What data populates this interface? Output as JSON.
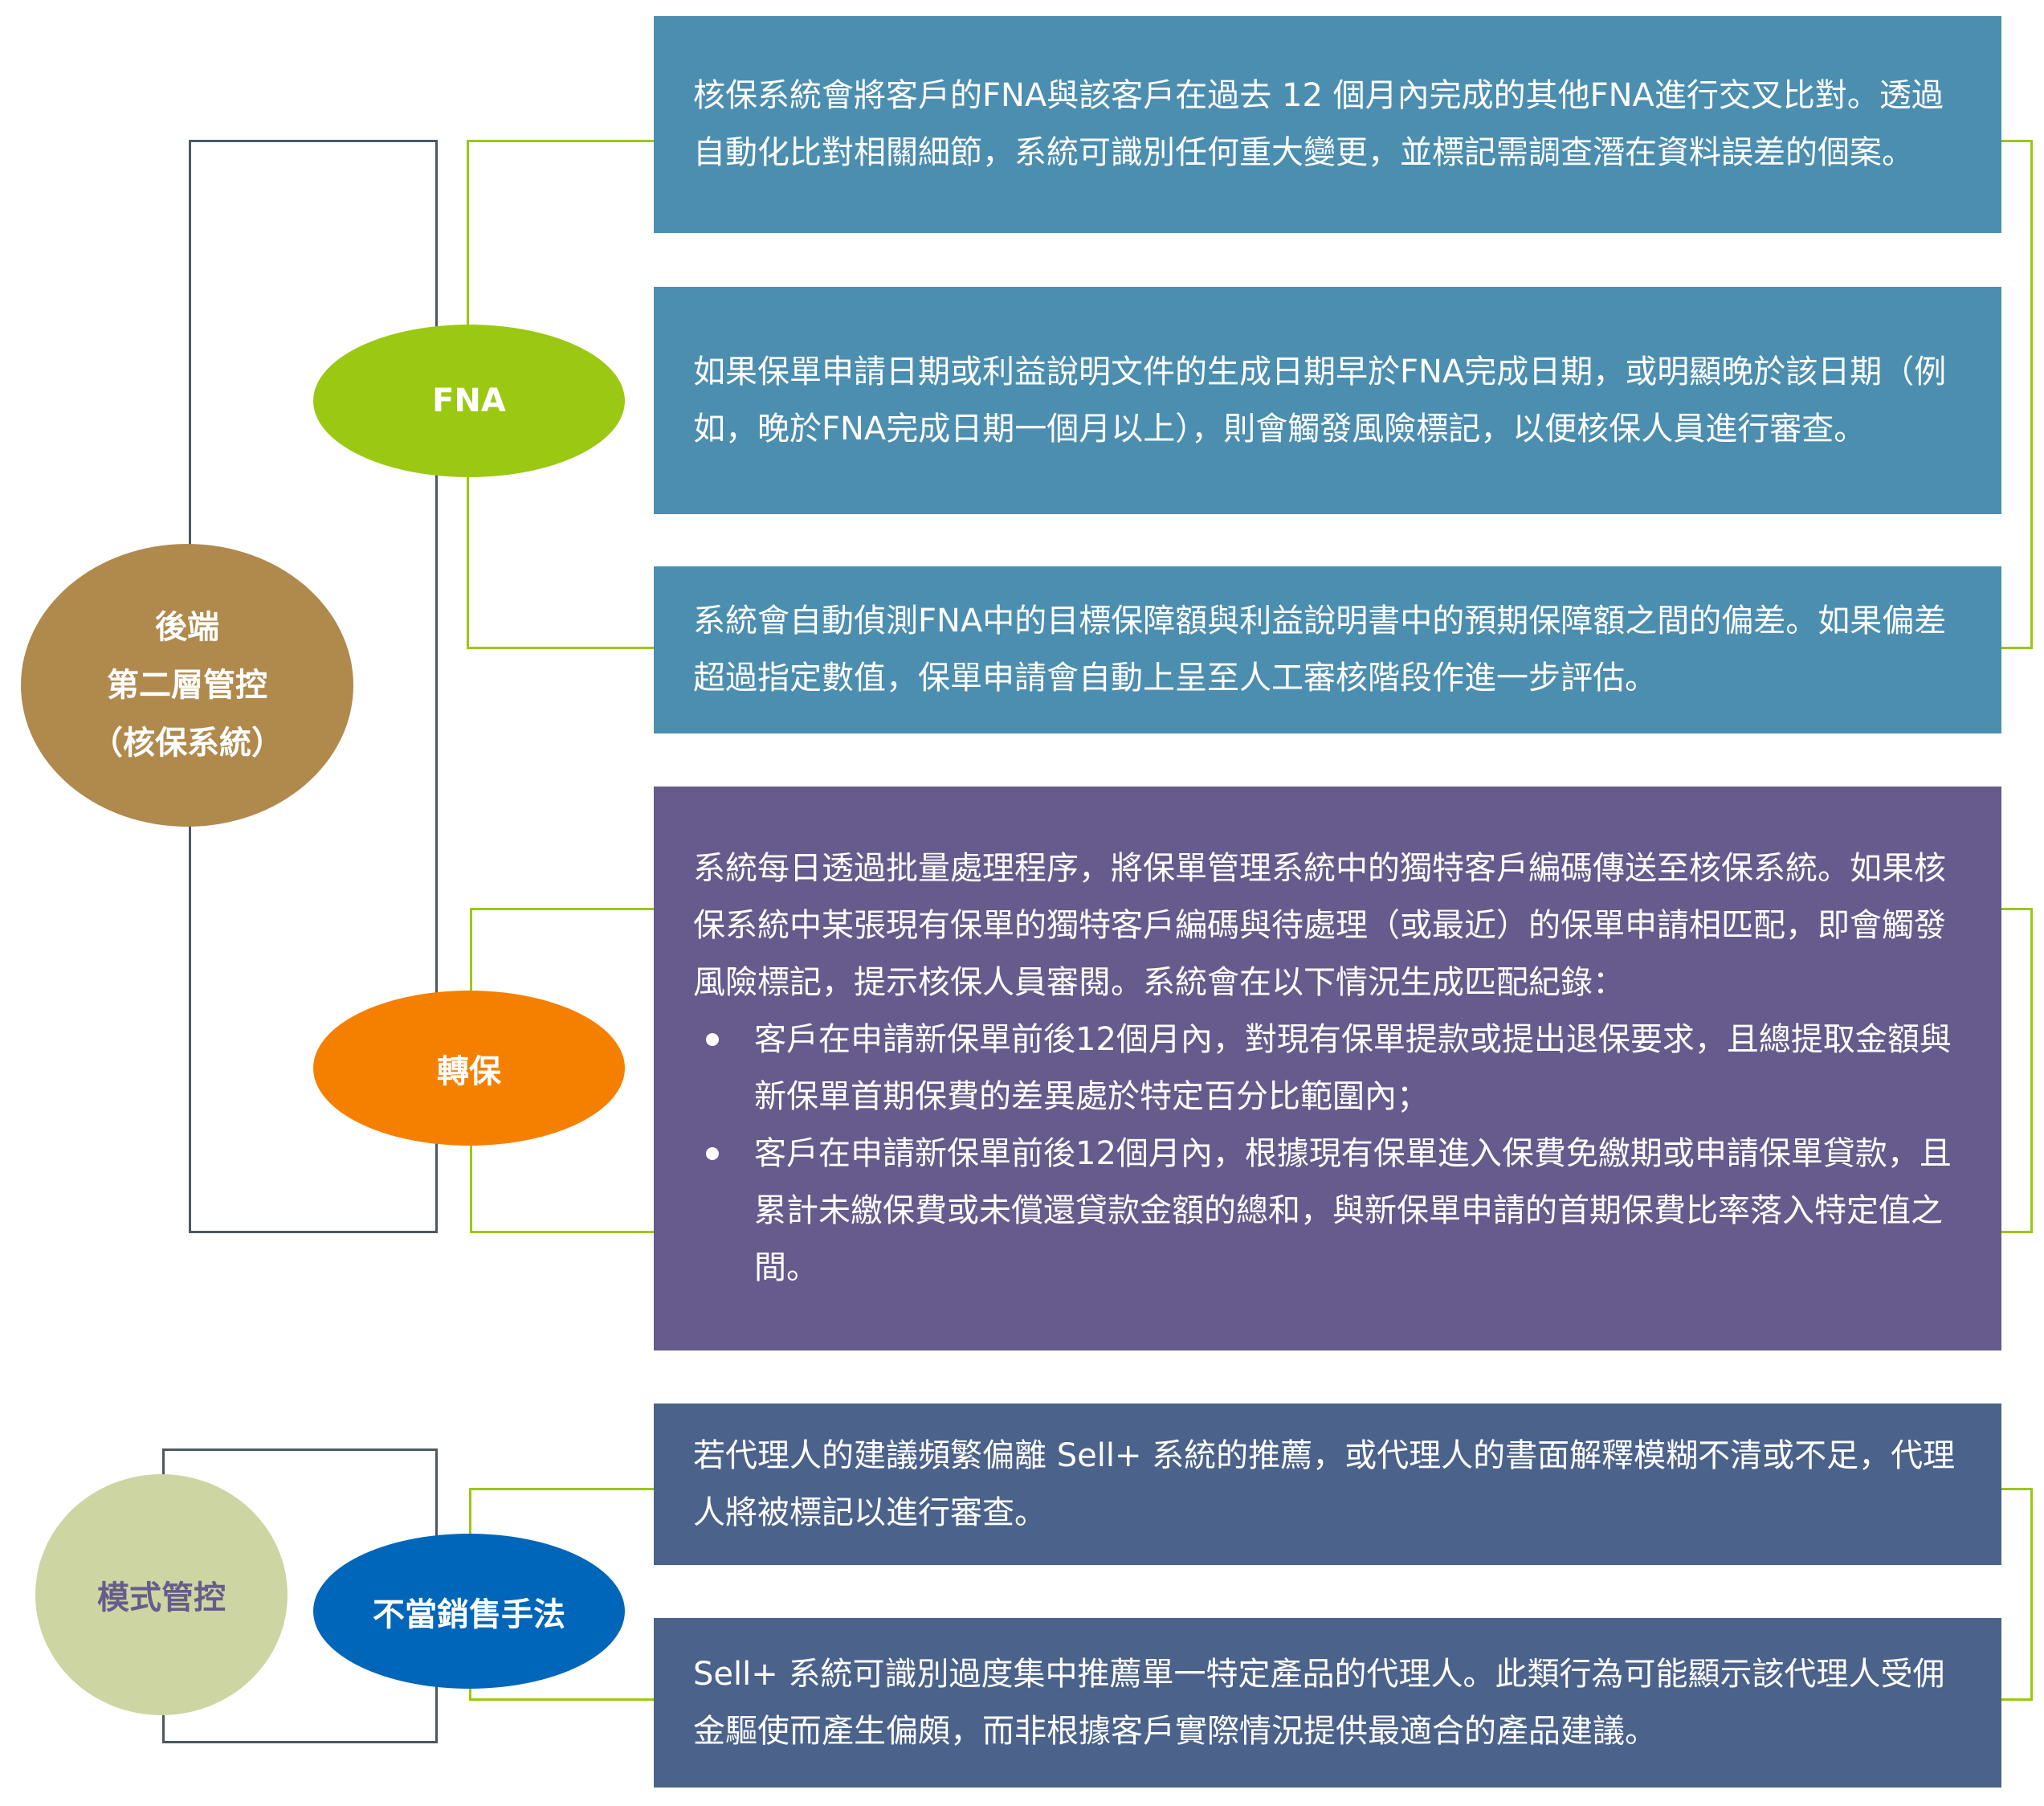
{
  "root": {
    "line1": "後端",
    "line2": "第二層管控",
    "line3": "（核保系統）",
    "color": "#B0894D"
  },
  "fna": {
    "label": "FNA",
    "color": "#9BC813",
    "items": [
      "核保系統會將客戶的FNA與該客戶在過去 12 個月內完成的其他FNA進行交叉比對。透過自動化比對相關細節，系統可識別任何重大變更，並標記需調查潛在資料誤差的個案。",
      "如果保單申請日期或利益說明文件的生成日期早於FNA完成日期，或明顯晚於該日期（例如，晚於FNA完成日期一個月以上），則會觸發風險標記，以便核保人員進行審查。",
      "系統會自動偵測FNA中的目標保障額與利益說明書中的預期保障額之間的偏差。如果偏差超過指定數值，保單申請會自動上呈至人工審核階段作進一步評估。"
    ]
  },
  "replacement": {
    "label": "轉保",
    "color": "#F58000",
    "intro": "系統每日透過批量處理程序，將保單管理系統中的獨特客戶編碼傳送至核保系統。如果核保系統中某張現有保單的獨特客戶編碼與待處理（或最近）的保單申請相匹配，即會觸發風險標記，提示核保人員審閱。系統會在以下情況生成匹配紀錄：",
    "bullets": [
      "客戶在申請新保單前後12個月內，對現有保單提款或提出退保要求，且總提取金額與新保單首期保費的差異處於特定百分比範圍內；",
      "客戶在申請新保單前後12個月內，根據現有保單進入保費免繳期或申請保單貸款，且累計未繳保費或未償還貸款金額的總和，與新保單申請的首期保費比率落入特定值之間。"
    ]
  },
  "model": {
    "label": "模式管控",
    "color": "#CDD5A3"
  },
  "misselling": {
    "label": "不當銷售手法",
    "color": "#0066B9",
    "items": [
      "若代理人的建議頻繁偏離 Sell+ 系統的推薦，或代理人的書面解釋模糊不清或不足，代理人將被標記以進行審查。",
      "Sell+ 系統可識別過度集中推薦單一特定產品的代理人。此類行為可能顯示該代理人受佣金驅使而產生偏頗，而非根據客戶實際情況提供最適合的產品建議。"
    ]
  }
}
